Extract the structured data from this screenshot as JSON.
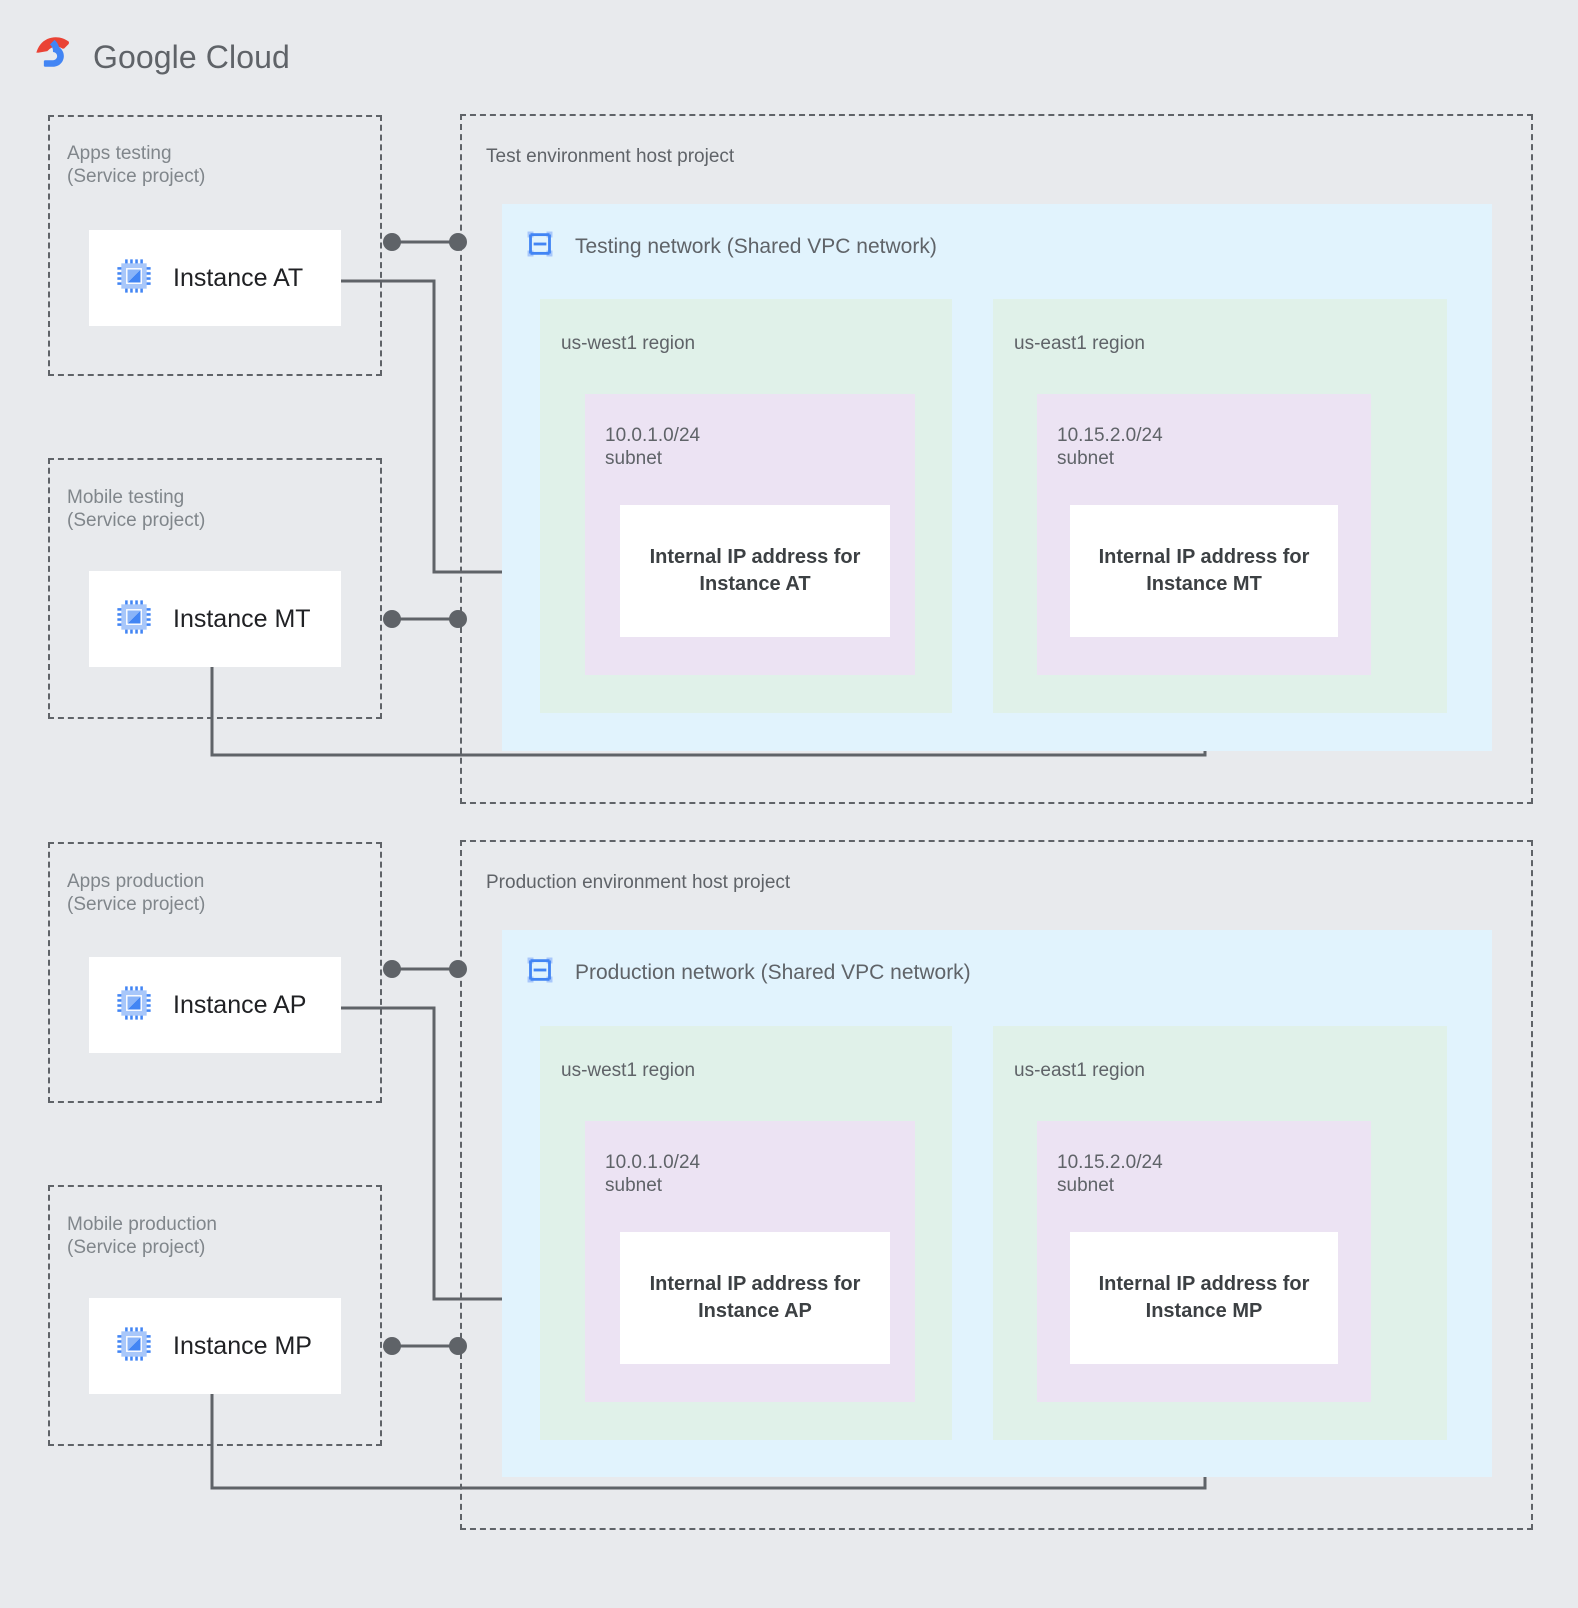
{
  "brand": {
    "logo_icon": "google-cloud-logo-icon",
    "name_bold": "Google",
    "name_light": "Cloud"
  },
  "colors": {
    "page_background": "#e8eaed",
    "vpc_network": "#e1f3fd",
    "region": "#e0f1e9",
    "subnet": "#ece3f3",
    "card": "#ffffff",
    "border_dashed": "#5f6368",
    "connector": "#5f6368",
    "text_primary": "#202124",
    "text_secondary": "#5f6368",
    "text_muted": "#80868b",
    "icon_blue": "#4285f4",
    "icon_blue_light": "#a8c7fa"
  },
  "service_projects": [
    {
      "id": "apps-testing",
      "title": "Apps testing\n(Service project)",
      "instance": {
        "label": "Instance AT",
        "icon": "compute-instance-icon"
      }
    },
    {
      "id": "mobile-testing",
      "title": "Mobile testing\n(Service project)",
      "instance": {
        "label": "Instance MT",
        "icon": "compute-instance-icon"
      }
    },
    {
      "id": "apps-production",
      "title": "Apps production\n(Service project)",
      "instance": {
        "label": "Instance AP",
        "icon": "compute-instance-icon"
      }
    },
    {
      "id": "mobile-production",
      "title": "Mobile production\n(Service project)",
      "instance": {
        "label": "Instance MP",
        "icon": "compute-instance-icon"
      }
    }
  ],
  "host_projects": [
    {
      "id": "test-host-project",
      "title": "Test environment host project",
      "network": {
        "label": "Testing network (Shared VPC network)",
        "icon": "vpc-network-icon"
      },
      "regions": [
        {
          "name": "us-west1 region",
          "subnet": {
            "cidr": "10.0.1.0/24\nsubnet",
            "ip_card": "Internal IP address for\nInstance AT"
          }
        },
        {
          "name": "us-east1 region",
          "subnet": {
            "cidr": "10.15.2.0/24\nsubnet",
            "ip_card": "Internal IP address for\nInstance MT"
          }
        }
      ]
    },
    {
      "id": "production-host-project",
      "title": "Production environment host project",
      "network": {
        "label": "Production network (Shared VPC network)",
        "icon": "vpc-network-icon"
      },
      "regions": [
        {
          "name": "us-west1 region",
          "subnet": {
            "cidr": "10.0.1.0/24\nsubnet",
            "ip_card": "Internal IP address for\nInstance AP"
          }
        },
        {
          "name": "us-east1 region",
          "subnet": {
            "cidr": "10.15.2.0/24\nsubnet",
            "ip_card": "Internal IP address for\nInstance MP"
          }
        }
      ]
    }
  ]
}
